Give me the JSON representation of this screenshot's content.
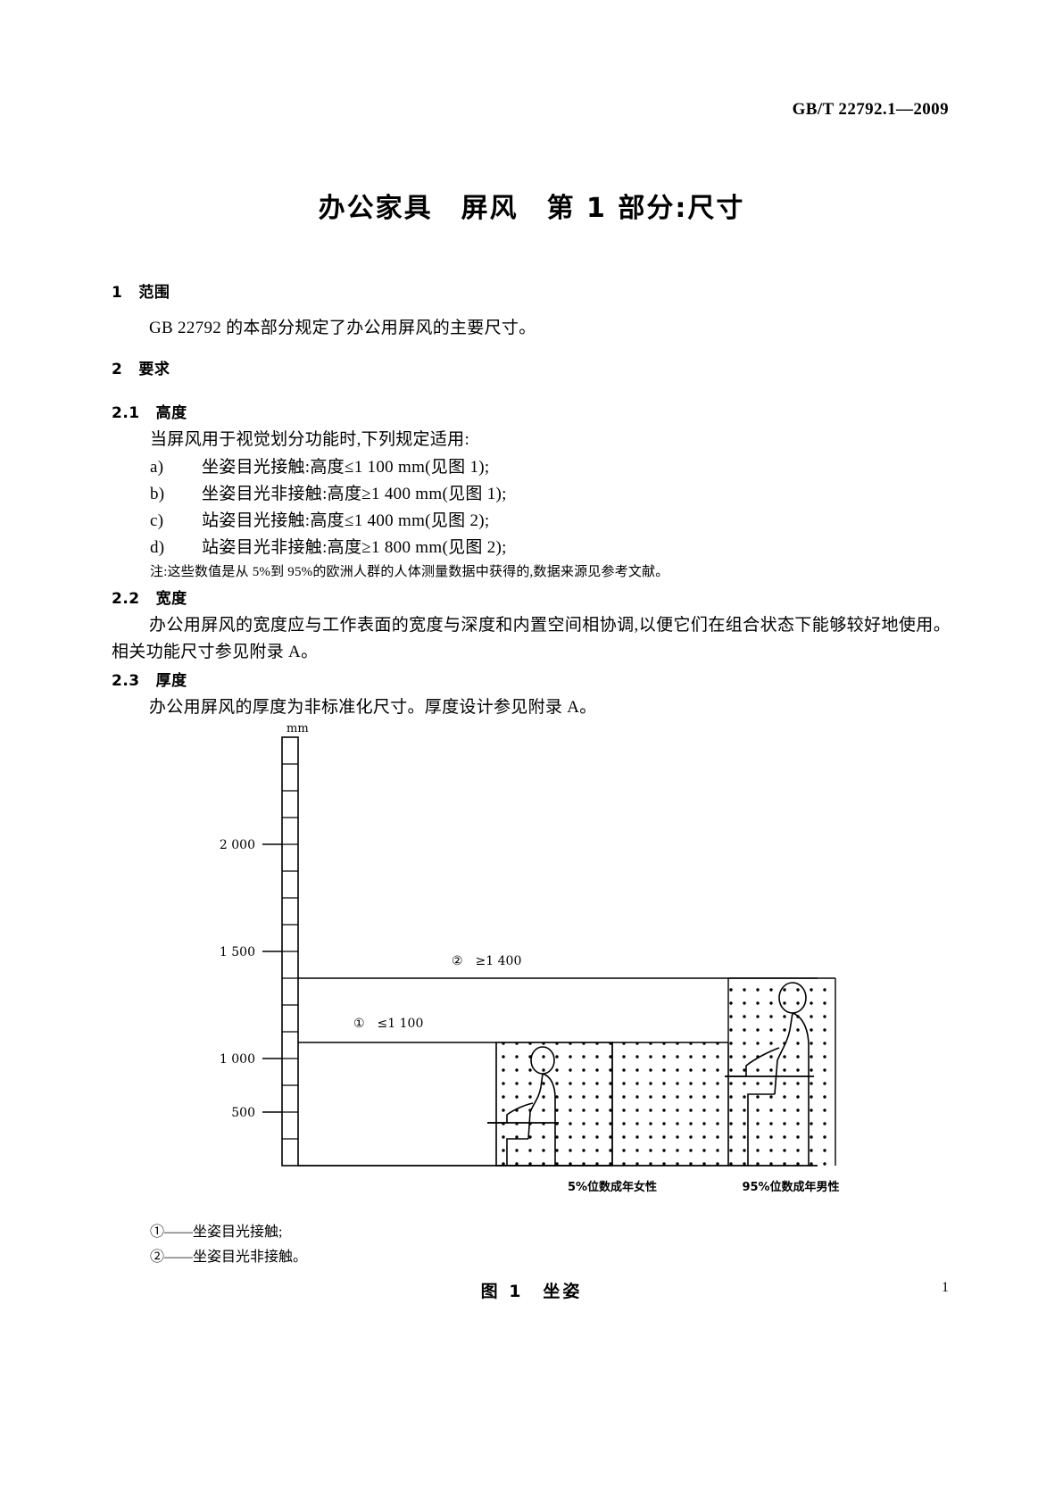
{
  "header": {
    "standard_no": "GB/T 22792.1—2009"
  },
  "title": "办公家具　屏风　第 1 部分:尺寸",
  "clauses": [
    {
      "num": "1",
      "text": "范围"
    },
    {
      "num": "2",
      "text": "要求"
    },
    {
      "num": "2.1",
      "text": "高度"
    },
    {
      "num": "2.2",
      "text": "宽度"
    },
    {
      "num": "2.3",
      "text": "厚度"
    }
  ],
  "scope_para": "GB 22792 的本部分规定了办公用屏风的主要尺寸。",
  "height_intro": "当屏风用于视觉划分功能时,下列规定适用:",
  "height_items": [
    {
      "marker": "a)",
      "text": "坐姿目光接触:高度≤1 100 mm(见图 1);"
    },
    {
      "marker": "b)",
      "text": "坐姿目光非接触:高度≥1 400 mm(见图 1);"
    },
    {
      "marker": "c)",
      "text": "站姿目光接触:高度≤1 400 mm(见图 2);"
    },
    {
      "marker": "d)",
      "text": "站姿目光非接触:高度≥1 800 mm(见图 2);"
    }
  ],
  "height_note": "注:这些数值是从 5%到 95%的欧洲人群的人体测量数据中获得的,数据来源见参考文献。",
  "width_para": "办公用屏风的宽度应与工作表面的宽度与深度和内置空间相协调,以便它们在组合状态下能够较好地使用。相关功能尺寸参见附录 A。",
  "thickness_para": "办公用屏风的厚度为非标准化尺寸。厚度设计参见附录 A。",
  "figure": {
    "unit_label": "mm",
    "axis_ticks": [
      "2 000",
      "1 500",
      "1 000",
      "500"
    ],
    "annotation_high": "②　≥1 400",
    "annotation_low": "①　≤1 100",
    "person_left": "5%位数成年女性",
    "person_right": "95%位数成年男性",
    "key": [
      "①——坐姿目光接触;",
      "②——坐姿目光非接触。"
    ],
    "caption": "图 1　坐姿"
  },
  "page_number": "1"
}
